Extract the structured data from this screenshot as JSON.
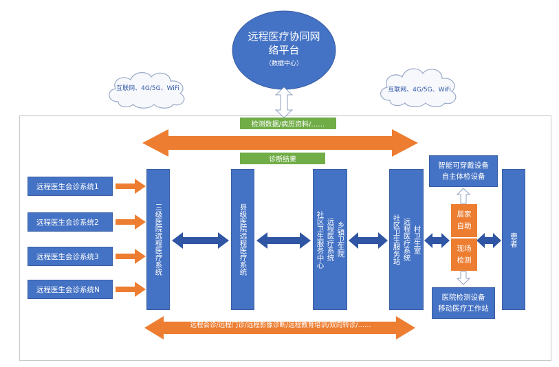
{
  "platform": {
    "title_line1": "远程医疗协同网",
    "title_line2": "络平台",
    "subtitle": "（数据中心）"
  },
  "cloud_left": {
    "label": "互联网、4G/5G、WiFi"
  },
  "cloud_right": {
    "label": "互联网、4G/5G、WiFi"
  },
  "bar_top": {
    "label": "检测数据/病历资料/……"
  },
  "bar_result": {
    "label": "诊断结果"
  },
  "bar_bottom": {
    "label": "远程会诊/远程门诊/远程影像诊断/远程教育培训/双向转诊/……"
  },
  "doctor_systems": [
    {
      "label": "远程医生会诊系统1"
    },
    {
      "label": "远程医生会诊系统2"
    },
    {
      "label": "远程医生会诊系统3"
    },
    {
      "label": "远程医生会诊系统N"
    }
  ],
  "hospital3": {
    "label": "三级医院远程医疗系统"
  },
  "county": {
    "label": "县级医院远程医疗系统"
  },
  "township": {
    "col1": "社区卫生服务中心",
    "col2": "远程医疗系统",
    "col3": "乡镇卫生院"
  },
  "village": {
    "col1": "社区卫生服务站",
    "col2": "远程医疗系统",
    "col3": "村卫生室"
  },
  "wearable": {
    "line1": "智能可穿戴设备",
    "line2": "自主体检设备"
  },
  "home": {
    "line1": "居家",
    "line2": "自助"
  },
  "onsite": {
    "line1": "现场",
    "line2": "检测"
  },
  "medical_device": {
    "line1": "医院检测设备",
    "line2": "移动医疗工作站"
  },
  "patient": {
    "label": "患者"
  },
  "colors": {
    "blue": "#4472c4",
    "orange": "#ed7d31",
    "green": "#70ad47",
    "dark_blue_arrow": "#2f55a4",
    "cloud_text": "#2f55a4"
  }
}
